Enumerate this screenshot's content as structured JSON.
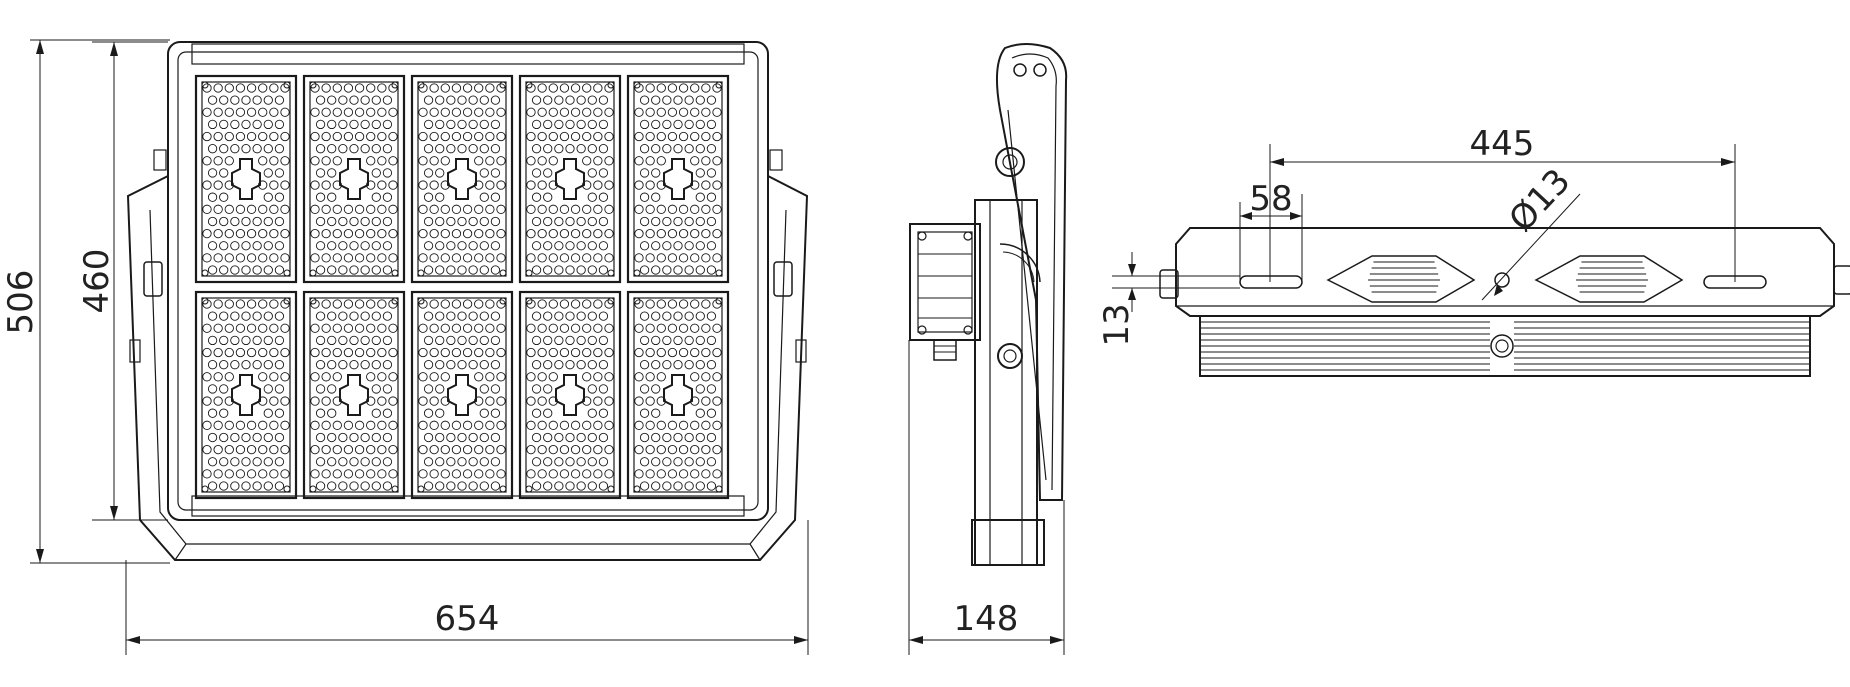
{
  "drawing": {
    "views": [
      "front-view",
      "side-view",
      "top-view"
    ],
    "line_color": "#1a1a1a",
    "background": "#ffffff"
  },
  "front_view": {
    "module_rows": 2,
    "module_cols": 5,
    "dims": {
      "overall_height": "506",
      "body_height": "460",
      "overall_width": "654"
    }
  },
  "side_view": {
    "dims": {
      "depth": "148"
    }
  },
  "top_view": {
    "dims": {
      "slot_spacing": "445",
      "slot_length": "58",
      "hole_diameter": "Ø13",
      "slot_width": "13"
    }
  }
}
